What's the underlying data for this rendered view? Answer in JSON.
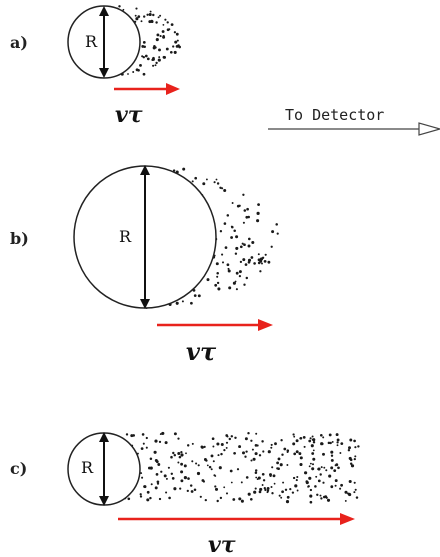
{
  "panels": [
    {
      "label": "a)",
      "radius_label": "R",
      "arrow_label": "vτ"
    },
    {
      "label": "b)",
      "radius_label": "R",
      "arrow_label": "vτ"
    },
    {
      "label": "c)",
      "radius_label": "R",
      "arrow_label": "vτ"
    }
  ],
  "detector": {
    "label": "To Detector"
  },
  "colors": {
    "arrow_red": "#e8221c",
    "ink": "#111111"
  }
}
